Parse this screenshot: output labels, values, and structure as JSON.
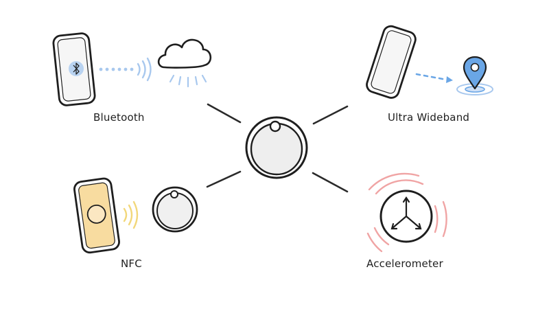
{
  "labels": {
    "bluetooth": "Bluetooth",
    "ultra_wideband": "Ultra Wideband",
    "nfc": "NFC",
    "accelerometer": "Accelerometer"
  },
  "icons": {
    "center": "tracker-tag-icon",
    "bluetooth": [
      "phone-icon",
      "bluetooth-icon",
      "signal-waves-icon",
      "cloud-icon"
    ],
    "ultra_wideband": [
      "phone-icon",
      "location-pin-icon"
    ],
    "nfc": [
      "phone-icon",
      "tracker-tag-icon"
    ],
    "accelerometer": [
      "axes-icon"
    ]
  },
  "colors": {
    "stroke": "#1e1e1e",
    "bluetooth_accent": "#a8c8ee",
    "uwb_accent": "#6aa6e6",
    "nfc_accent": "#f2d77a",
    "nfc_screen": "#f8dca0",
    "accelerometer_accent": "#f0a4a4"
  }
}
